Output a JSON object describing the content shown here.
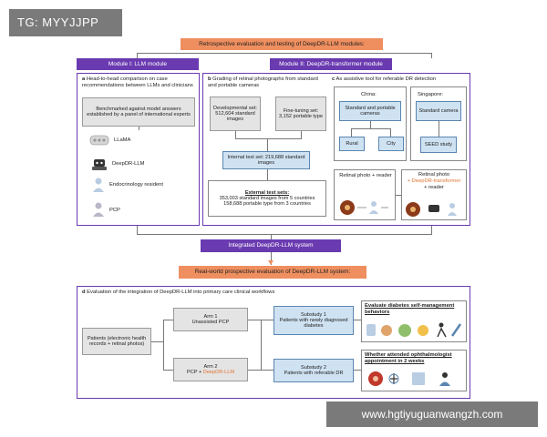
{
  "watermarks": {
    "top_left": "TG: MYYJJPP",
    "bottom_right": "www.hgtiyuguanwangzh.com"
  },
  "header": {
    "retro_title": "Retrospective evaluation and testing of DeepDR-LLM modules:",
    "module1": "Module I: LLM module",
    "module2": "Module II: DeepDR-transformer module"
  },
  "panel_a": {
    "letter": "a",
    "title": "Head-to-head comparison on case recommendations between LLMs and clinicians",
    "benchmark": "Benchmarked against model answers established by a panel of international experts",
    "legend": [
      "LLaMA",
      "DeepDR-LLM",
      "Endocrinology resident",
      "PCP"
    ]
  },
  "panel_b": {
    "letter": "b",
    "title": "Grading of retinal photographs from standard and portable cameras",
    "dev_set": "Developmental set: 512,604 standard images",
    "ft_set": "Fine-tuning set: 3,152 portable type",
    "internal": "Internal test set: 219,688 standard images",
    "ext_title": "External test sets:",
    "ext_line1": "353,003 standard images from 5 countries",
    "ext_line2": "158,688 portable type from 3 countries"
  },
  "panel_c": {
    "letter": "c",
    "title": "As assistive tool for referable DR detection",
    "china": "China:",
    "china_cameras": "Standard and portable cameras",
    "rural": "Rural",
    "city": "City",
    "singapore": "Singapore:",
    "sg_camera": "Standard camera",
    "seed": "SEED study",
    "reader1": "Retinal photo + reader",
    "reader2_a": "Retinal photo",
    "reader2_b": "+ DeepDR-transformer",
    "reader2_c": "+ reader"
  },
  "middle": {
    "integrated": "Integrated DeepDR-LLM system",
    "realworld": "Real-world prospective evaluation of DeepDR-LLM system:"
  },
  "panel_d": {
    "letter": "d",
    "title": "Evaluation of the integration of DeepDR-LLM into primary care clinical workflows",
    "patients": "Patients (electronic health records + retinal photos)",
    "arm1_title": "Arm 1",
    "arm1_sub": "Unassisted PCP",
    "arm2_title": "Arm 2",
    "arm2_pcp": "PCP + ",
    "arm2_llm": "DeepDR-LLM",
    "sub1_title": "Substudy 1",
    "sub1_sub": "Patients with newly diagnosed diabetes",
    "sub2_title": "Substudy 2",
    "sub2_sub": "Patients with referable DR",
    "outcome1": "Evaluate diabetes self-management behaviors",
    "outcome2": "Whether attended ophthalmologist appointment in 2 weeks"
  },
  "colors": {
    "orange": "#ef8f5f",
    "purple": "#6a3ab0",
    "blue": "#cfe2f2",
    "highlight": "#e2732f"
  },
  "icons": [
    "llama-icon",
    "robot-icon",
    "resident-icon",
    "pcp-icon",
    "person-icon",
    "eye-icon",
    "retina-icon"
  ]
}
